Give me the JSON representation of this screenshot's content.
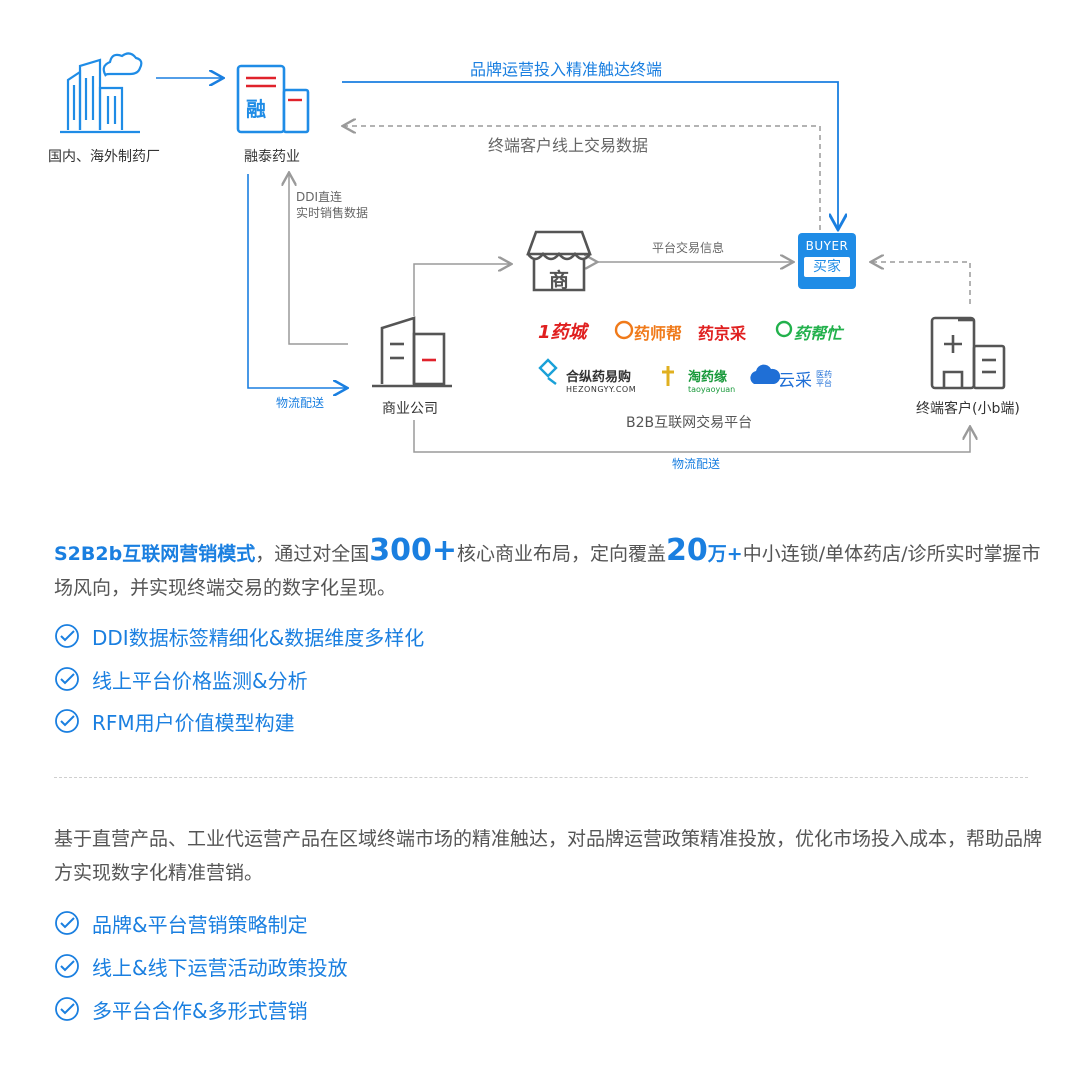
{
  "diagram": {
    "factory_label": "国内、海外制药厂",
    "rongtai_label": "融泰药业",
    "rongtai_icon_char": "融",
    "top_arrow_label": "品牌运营投入精准触达终端",
    "return_arrow_label": "终端客户线上交易数据",
    "ddi_label_line1": "DDI直连",
    "ddi_label_line2": "实时销售数据",
    "logistics_label_left": "物流配送",
    "logistics_label_bottom": "物流配送",
    "commerce_company_label": "商业公司",
    "shop_icon_char": "商",
    "platform_trade_label": "平台交易信息",
    "buyer_title": "BUYER",
    "buyer_sub": "买家",
    "platform_caption": "B2B互联网交易平台",
    "terminal_label": "终端客户(小b端)",
    "platform_logos": [
      {
        "text": "1药城",
        "color": "#e02020"
      },
      {
        "text": "药师帮",
        "color": "#f07a1a"
      },
      {
        "text": "药京采",
        "color": "#e02020"
      },
      {
        "text": "药帮忙",
        "color": "#22b14c"
      },
      {
        "text": "合纵药易购",
        "sub": "HEZONGYY.COM",
        "color": "#333333"
      },
      {
        "text": "淘药缘",
        "sub": "taoyaoyuan",
        "color": "#1a9a3c"
      },
      {
        "text": "云采",
        "sub": "医药平台",
        "color": "#1f6fd6"
      }
    ]
  },
  "section1": {
    "lead_bold": "S2B2b互联网营销模式",
    "text_a": "，通过对全国",
    "num1": "300+",
    "text_b": "核心商业布局，定向覆盖",
    "num2": "20",
    "num2_suffix": "万+",
    "text_c": "中小连锁/单体药店/诊所实时掌握市场风向，并实现终端交易的数字化呈现。",
    "bullets": [
      "DDI数据标签精细化&数据维度多样化",
      "线上平台价格监测&分析",
      "RFM用户价值模型构建"
    ]
  },
  "section2": {
    "paragraph": "基于直营产品、工业代运营产品在区域终端市场的精准触达，对品牌运营政策精准投放，优化市场投入成本，帮助品牌方实现数字化精准营销。",
    "bullets": [
      "品牌&平台营销策略制定",
      "线上&线下运营活动政策投放",
      "多平台合作&多形式营销"
    ]
  },
  "colors": {
    "accent": "#1a7fe0",
    "red": "#e0222b",
    "gray_line": "#9a9a9a",
    "icon_gray": "#555555"
  }
}
